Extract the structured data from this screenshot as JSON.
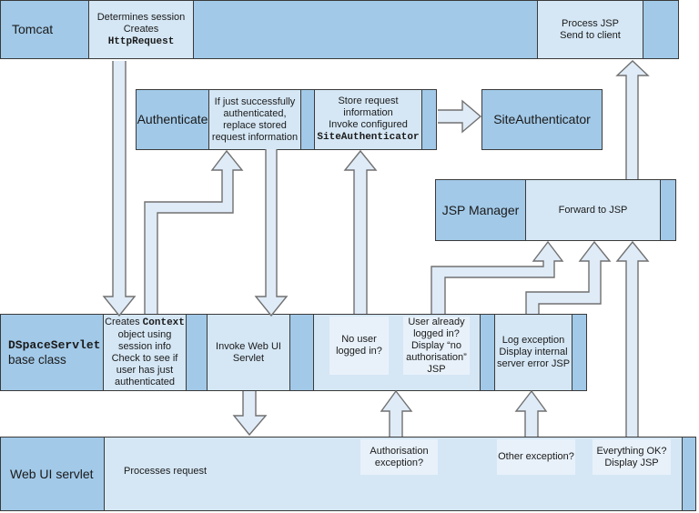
{
  "colors": {
    "medium": "#a2c9e8",
    "light": "#d5e7f5",
    "patch": "#e8f1fa",
    "arrow_fill": "#dfebf7",
    "border": "#3a3a3a",
    "arrow_stroke": "#707070"
  },
  "tomcat_lane": {
    "label": "Tomcat",
    "determines_line1": "Determines session",
    "determines_line2_prefix": "Creates ",
    "determines_line2_code": "HttpRequest",
    "process_jsp": "Process JSP\nSend to client"
  },
  "authenticate_lane": {
    "label": "Authenticate",
    "if_just": "If just successfully\nauthenticated,\nreplace stored\nrequest information",
    "store_lines": "Store request information\nInvoke configured",
    "store_code": "SiteAuthenticator"
  },
  "site_authenticator": {
    "label": "SiteAuthenticator"
  },
  "jsp_manager_lane": {
    "label": "JSP Manager",
    "forward": "Forward to JSP"
  },
  "dspace_lane": {
    "label_code": "DSpaceServlet",
    "label_rest": "base class",
    "creates_prefix": "Creates ",
    "creates_code": "Context",
    "creates_rest": "object using\nsession info\nCheck to see if\nuser has just\nauthenticated",
    "invoke": "Invoke Web UI\nServlet",
    "no_user": "No user\nlogged in?",
    "user_already": "User already\nlogged in?\nDisplay “no\nauthorisation”\nJSP",
    "log_exception": "Log exception\nDisplay internal\nserver error JSP"
  },
  "webui_lane": {
    "label": "Web UI servlet",
    "processes": "Processes request",
    "auth_exception": "Authorisation\nexception?",
    "other_exception": "Other exception?",
    "everything_ok": "Everything OK?\nDisplay JSP"
  }
}
